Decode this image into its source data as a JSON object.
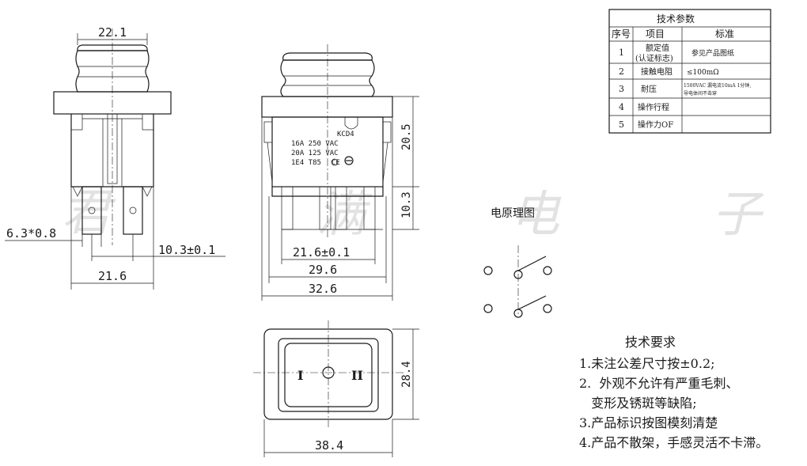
{
  "watermark": [
    "君",
    "满",
    "电",
    "子"
  ],
  "views": {
    "side_view": {
      "dims": {
        "top_width": "22.1",
        "terminal_size": "6.3*0.8",
        "terminal_pitch": "10.3±0.1",
        "bottom_width": "21.6"
      }
    },
    "front_view": {
      "marking": {
        "model": "KCD4",
        "rating1": "16A 250 VAC",
        "rating2": "20A 125 VAC",
        "rating3": "1E4 T85"
      },
      "dims": {
        "body_height": "20.5",
        "terminal_height": "10.3",
        "terminal_pitch": "21.6±0.1",
        "body_width": "29.6",
        "frame_width": "32.6"
      }
    },
    "top_view": {
      "symbols": {
        "off": "I",
        "on": "II"
      },
      "dims": {
        "height": "28.4",
        "width": "38.4"
      }
    }
  },
  "circuit": {
    "title": "电原理图"
  },
  "spec_table": {
    "title": "技术参数",
    "headers": [
      "序号",
      "项目",
      "标准"
    ],
    "rows": [
      {
        "no": "1",
        "item": "额定值",
        "item2": "(认证标志)",
        "std": "参见产品图纸"
      },
      {
        "no": "2",
        "item": "接触电阻",
        "item2": "",
        "std": "≤100mΩ"
      },
      {
        "no": "3",
        "item": "耐压",
        "item2": "",
        "std": "1500VAC 漏电流10mA 1分钟,",
        "std2": "导电体间不击穿"
      },
      {
        "no": "4",
        "item": "操作行程",
        "item2": "",
        "std": ""
      },
      {
        "no": "5",
        "item": "操作力OF",
        "item2": "",
        "std": ""
      }
    ]
  },
  "requirements": {
    "title": "技术要求",
    "lines": [
      "1.未注公差尺寸按±0.2;",
      "2.  外观不允许有严重毛刺、",
      "   变形及锈斑等缺陷;",
      "3.产品标识按图模刻清楚",
      "4.产品不散架，手感灵活不卡滞。"
    ]
  }
}
